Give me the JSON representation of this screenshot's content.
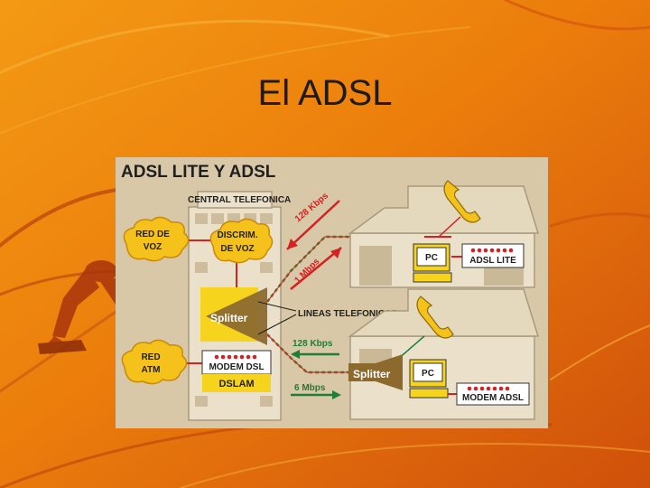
{
  "slide": {
    "title": "El ADSL",
    "background_colors": [
      "#f08a0c",
      "#e0620a",
      "#c94a0c"
    ]
  },
  "diagram": {
    "heading": "ADSL LITE Y ADSL",
    "central": "CENTRAL TELEFONICA",
    "cloud_voice": [
      "RED DE",
      "VOZ"
    ],
    "cloud_atm": [
      "RED",
      "ATM"
    ],
    "discrim": [
      "DISCRIM.",
      "DE VOZ"
    ],
    "splitter": "Splitter",
    "modem_dsl": "MODEM DSL",
    "dslam": "DSLAM",
    "lineas": "LINEAS TELEFONICAS",
    "rate_128_up": "128 Kbps",
    "rate_1mbps": "1 Mbps",
    "rate_128_down": "128 Kbps",
    "rate_6mbps": "6 Mbps",
    "pc_top": "PC",
    "pc_bottom": "PC",
    "adsl_lite": "ADSL LITE",
    "modem_adsl": "MODEM ADSL",
    "splitter_house": "Splitter",
    "colors": {
      "panel": "#d7c7a6",
      "cloud": "#f6c21a",
      "arrow_red": "#d42222",
      "arrow_green": "#1f7d3a",
      "splitter": "#8c6a2e"
    }
  }
}
